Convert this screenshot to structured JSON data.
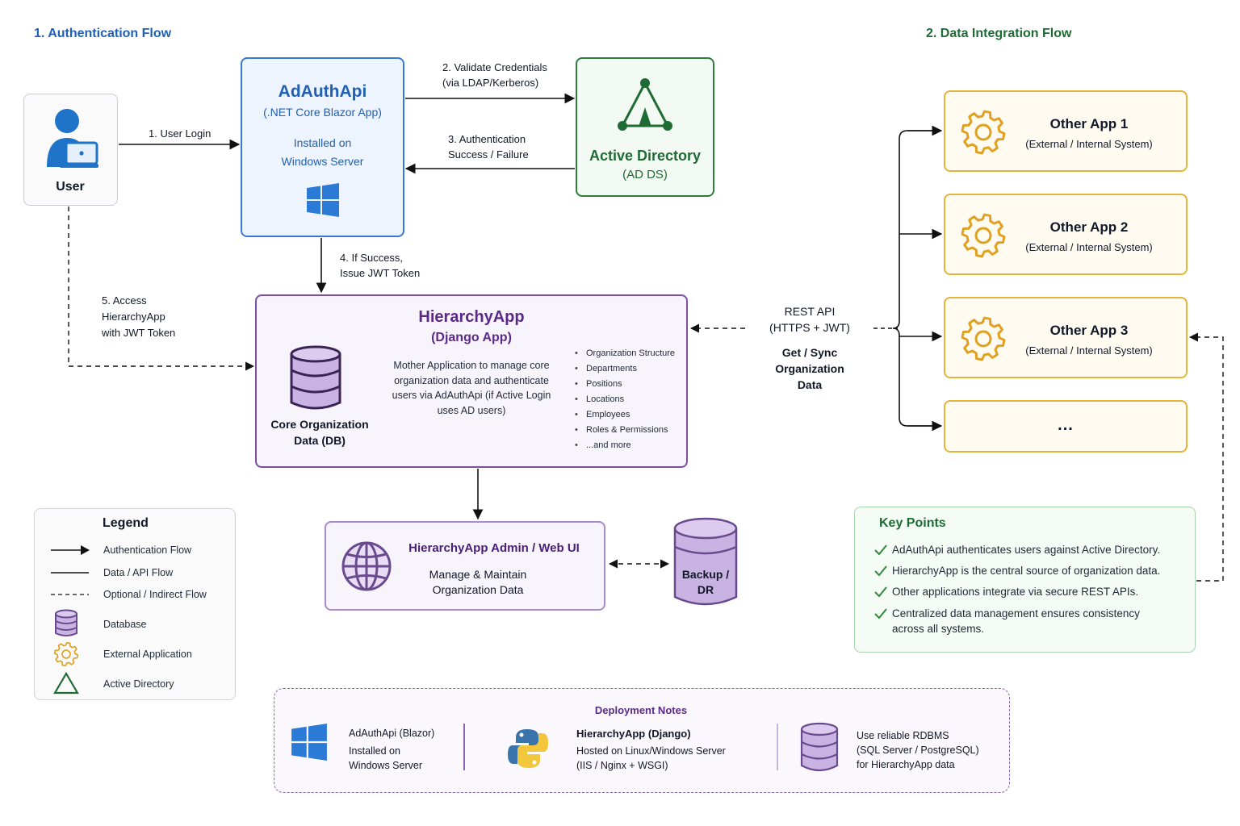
{
  "titles": {
    "auth_flow": "1. Authentication Flow",
    "data_flow": "2. Data Integration Flow"
  },
  "user": {
    "label": "User"
  },
  "adauth": {
    "title": "AdAuthApi",
    "subtitle": "(.NET Core Blazor App)",
    "line1": "Installed on",
    "line2": "Windows Server"
  },
  "ad": {
    "title": "Active Directory",
    "subtitle": "(AD DS)"
  },
  "flows": {
    "step1": "1. User Login",
    "step2a": "2. Validate Credentials",
    "step2b": "(via LDAP/Kerberos)",
    "step3a": "3. Authentication",
    "step3b": "Success / Failure",
    "step4a": "4. If Success,",
    "step4b": "Issue JWT Token",
    "step5a": "5. Access",
    "step5b": "HierarchyApp",
    "step5c": "with JWT Token"
  },
  "hierarchy": {
    "title": "HierarchyApp",
    "subtitle": "(Django App)",
    "description": "Mother Application to manage core organization data and authenticate users via AdAuthApi (if Active Login uses AD users)",
    "db_label_1": "Core Organization",
    "db_label_2": "Data (DB)",
    "items": [
      "Organization Structure",
      "Departments",
      "Positions",
      "Locations",
      "Employees",
      "Roles & Permissions",
      "...and more"
    ]
  },
  "rest": {
    "line1": "REST API",
    "line2": "(HTTPS + JWT)",
    "sync1": "Get / Sync",
    "sync2": "Organization",
    "sync3": "Data"
  },
  "apps": [
    {
      "name": "Other App 1",
      "desc": "(External / Internal System)"
    },
    {
      "name": "Other App 2",
      "desc": "(External / Internal System)"
    },
    {
      "name": "Other App 3",
      "desc": "(External / Internal System)"
    }
  ],
  "ellipsis": "...",
  "admin": {
    "title": "HierarchyApp Admin / Web UI",
    "line1": "Manage & Maintain",
    "line2": "Organization Data"
  },
  "backup": {
    "line1": "Backup /",
    "line2": "DR"
  },
  "legend": {
    "title": "Legend",
    "auth_flow": "Authentication Flow",
    "data_flow": "Data / API Flow",
    "optional_flow": "Optional / Indirect Flow",
    "database": "Database",
    "external_app": "External Application",
    "active_directory": "Active Directory"
  },
  "key_points": {
    "title": "Key Points",
    "items": [
      "AdAuthApi authenticates users against Active Directory.",
      "HierarchyApp is the central source of organization data.",
      "Other applications integrate via secure REST APIs.",
      "Centralized data management ensures consistency across all systems."
    ]
  },
  "deployment": {
    "title": "Deployment Notes",
    "col1_title": "AdAuthApi (Blazor)",
    "col1_line1": "Installed on",
    "col1_line2": "Windows Server",
    "col2_title": "HierarchyApp (Django)",
    "col2_line1": "Hosted on Linux/Windows Server",
    "col2_line2": "(IIS / Nginx + WSGI)",
    "col3_line1": "Use reliable RDBMS",
    "col3_line2": "(SQL Server / PostgreSQL)",
    "col3_line3": "for HierarchyApp data"
  },
  "colors": {
    "blue": "#1f5fb4",
    "green": "#1e6b34",
    "purple": "#5b2a86",
    "orange": "#e0a020",
    "key_green": "#2e8b3a"
  }
}
